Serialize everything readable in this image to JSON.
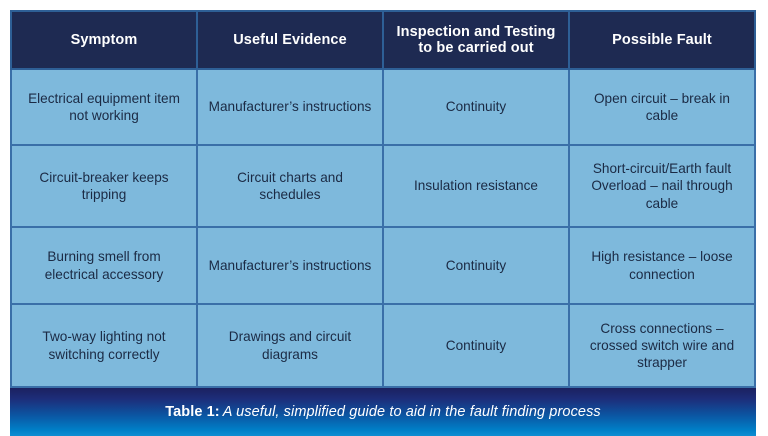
{
  "table": {
    "columns": [
      "Symptom",
      "Useful Evidence",
      "Inspection and Testing to be carried out",
      "Possible Fault"
    ],
    "rows": [
      {
        "symptom": "Electrical equipment item not working",
        "evidence": "Manufacturer’s instructions",
        "inspection": "Continuity",
        "fault": "Open circuit – break in cable"
      },
      {
        "symptom": "Circuit-breaker keeps tripping",
        "evidence": "Circuit charts and schedules",
        "inspection": "Insulation resistance",
        "fault": "Short-circuit/Earth fault Overload – nail through cable"
      },
      {
        "symptom": "Burning smell from electrical accessory",
        "evidence": "Manufacturer’s instructions",
        "inspection": "Continuity",
        "fault": "High resistance – loose connection"
      },
      {
        "symptom": "Two-way lighting not switching correctly",
        "evidence": "Drawings and circuit diagrams",
        "inspection": "Continuity",
        "fault": "Cross connections – crossed switch wire and strapper"
      }
    ]
  },
  "caption": {
    "label": "Table 1:",
    "text": "A useful, simplified guide to aid in the fault finding process"
  },
  "colors": {
    "header_background": "#1e2a52",
    "header_text": "#ffffff",
    "cell_background": "#7eb9dc",
    "cell_text": "#1b2a44",
    "cell_border": "#3a6fa8",
    "caption_gradient_top": "#1b2160",
    "caption_gradient_bottom": "#0d8ed2",
    "page_background": "#ffffff"
  }
}
